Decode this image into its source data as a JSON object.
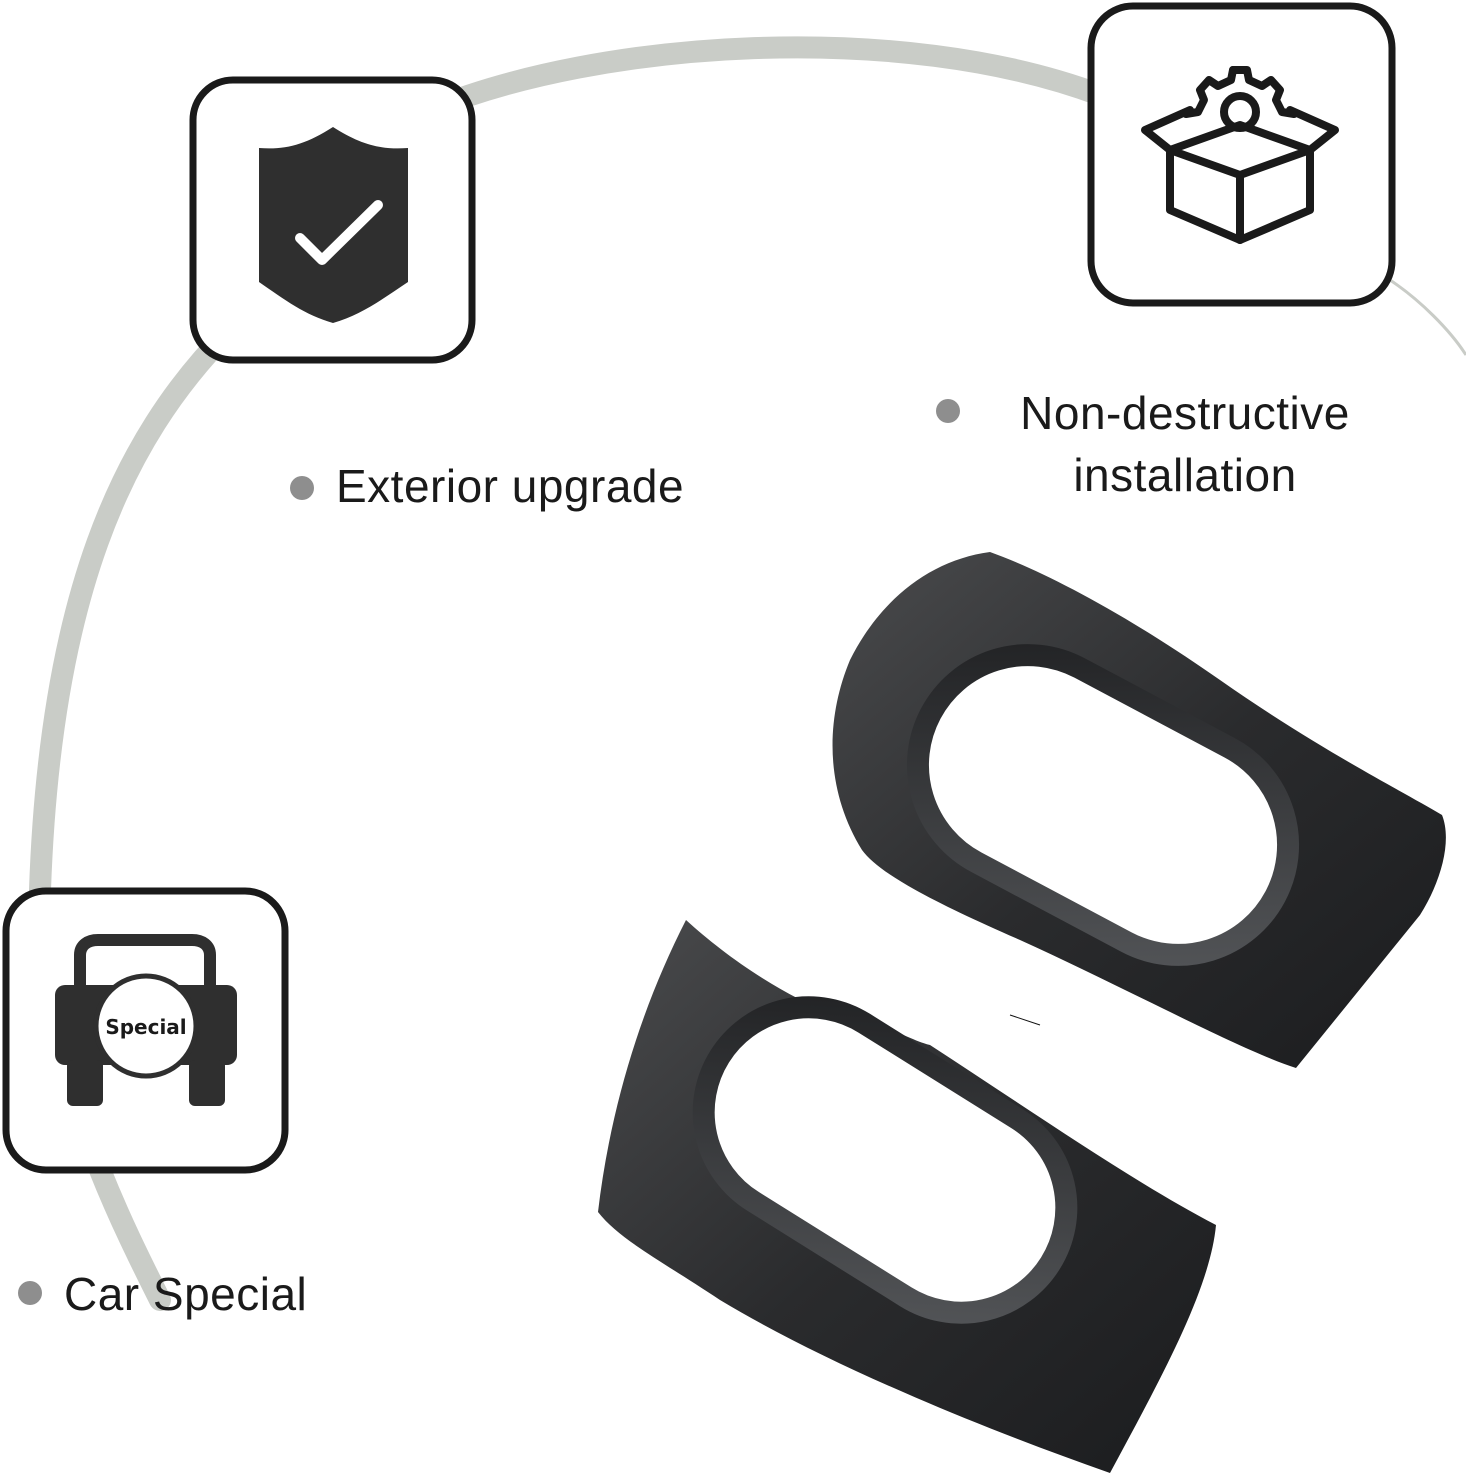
{
  "features": {
    "exterior_upgrade": {
      "label": "Exterior upgrade",
      "icon": "shield-check-icon"
    },
    "non_destructive": {
      "label_line1": "Non-destructive",
      "label_line2": "installation",
      "icon": "box-gear-icon"
    },
    "car_special": {
      "label": "Car Special",
      "icon": "car-special-icon",
      "badge_text": "Special"
    }
  },
  "product": {
    "name": "black-trim-covers",
    "count": 2
  },
  "colors": {
    "arc": "#c9ccc7",
    "icon_border": "#1a1a1a",
    "icon_fill": "#2f2f2f",
    "bullet": "#8e8e8e",
    "product": "#2a2b2d"
  }
}
